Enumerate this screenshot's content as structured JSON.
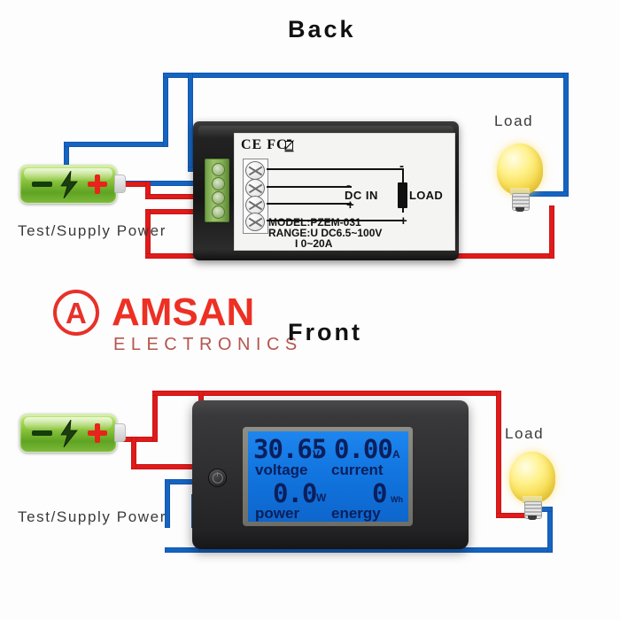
{
  "page": {
    "background_color": "#fdfdfd",
    "wire_blue": "#1565c0",
    "wire_red": "#e01b1b",
    "brand_red": "#ed3024"
  },
  "sections": {
    "back": {
      "title": "Back"
    },
    "front": {
      "title": "Front"
    }
  },
  "back_diagram": {
    "battery_label": "Test/Supply Power",
    "load_label": "Load",
    "device": {
      "certification_marks": "CE FC",
      "weee_icon": "crossed-out-wheelie-bin-icon",
      "schematic": {
        "dc_in_label": "DC IN",
        "dc_in_minus": "-",
        "dc_in_plus": "+",
        "load_label": "LOAD",
        "load_minus": "-",
        "load_plus": "+"
      },
      "spec_model": "MODEL:PZEM-031",
      "spec_range_u": "RANGE:U DC6.5~100V",
      "spec_range_i": "I  0~20A"
    }
  },
  "front_diagram": {
    "battery_label": "Test/Supply Power",
    "load_label": "Load",
    "lcd": {
      "voltage_value": "30.65",
      "voltage_unit": "V",
      "voltage_label": "voltage",
      "current_value": "0.00",
      "current_unit": "A",
      "current_label": "current",
      "power_value": "0.0",
      "power_unit": "W",
      "power_label": "power",
      "energy_value": "0",
      "energy_unit": "Wh",
      "energy_label": "energy"
    },
    "button": "mode-button"
  },
  "logo": {
    "mark_letter": "A",
    "name": "AMSAN",
    "tagline": "ELECTRONICS"
  }
}
